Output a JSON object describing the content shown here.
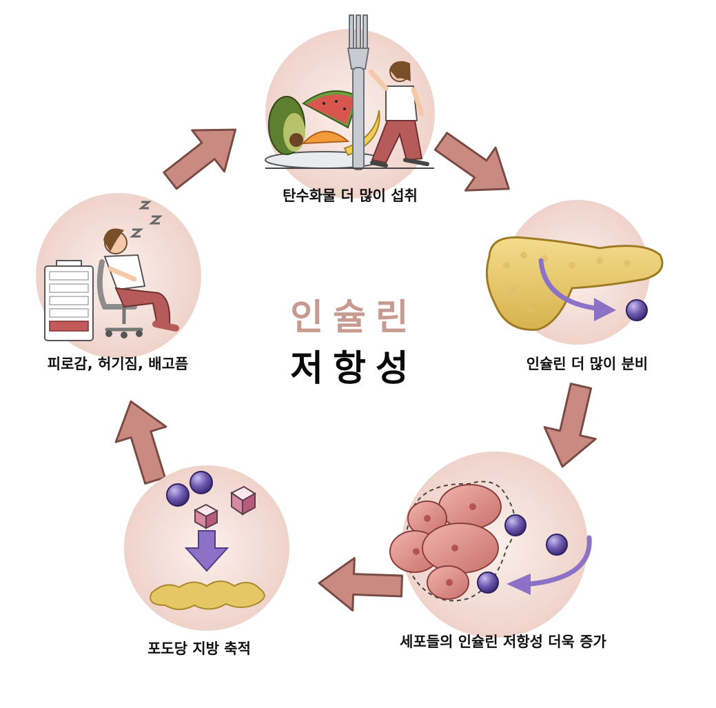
{
  "title": {
    "line1": "인슐린",
    "line2": "저항성",
    "line1_color": "#c79b90",
    "line2_color": "#0a0a0a"
  },
  "stages": [
    {
      "id": "carbs",
      "label": "탄수화물 더 많이 섭취",
      "icon": "fork-food-woman-icon"
    },
    {
      "id": "insulin",
      "label": "인슐린 더 많이 분비",
      "icon": "pancreas-icon"
    },
    {
      "id": "cells",
      "label": "세포들의 인슐린 저항성 더욱 증가",
      "icon": "cells-icon"
    },
    {
      "id": "fat",
      "label": "포도당 지방 축적",
      "icon": "glucose-fat-icon"
    },
    {
      "id": "fatigue",
      "label": "피로감, 허기짐, 배고픔",
      "icon": "sleeping-woman-battery-icon"
    }
  ],
  "colors": {
    "arrow": "#c98a82",
    "arrow_stroke": "#7a4a44",
    "circle_bg": "#f1d9d2",
    "glucose": "#6f5bb0",
    "fat": "#e6c766",
    "cell": "#d98a86",
    "accent_purple": "#8b72c6"
  }
}
